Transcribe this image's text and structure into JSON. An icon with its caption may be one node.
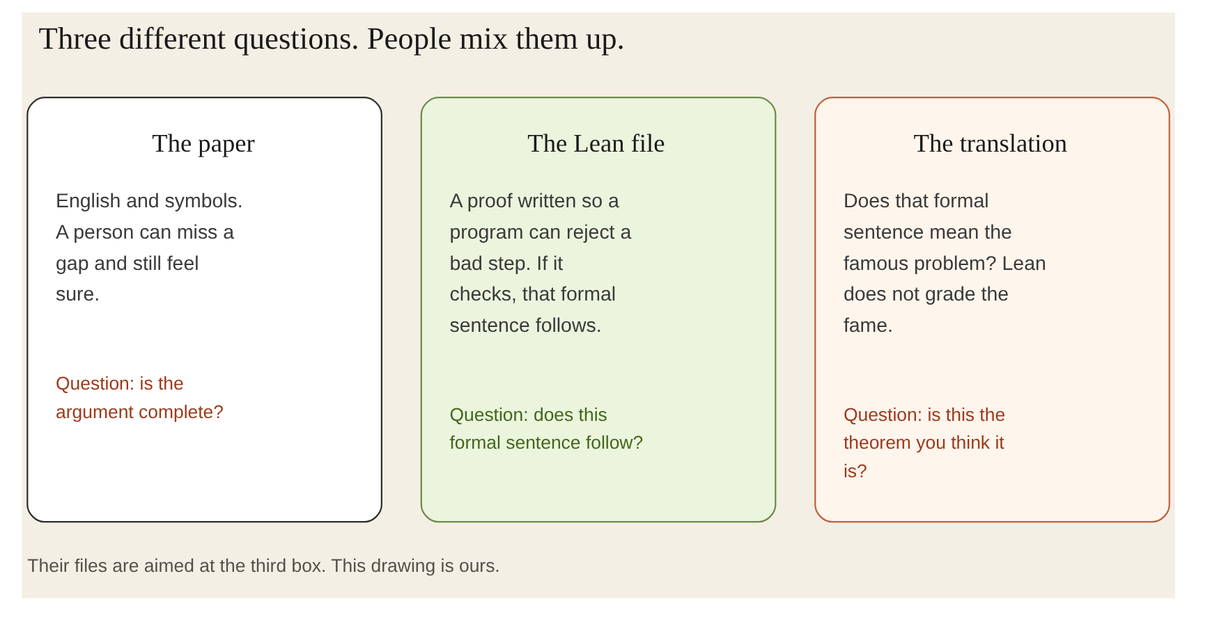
{
  "diagram": {
    "title": "Three different questions. People mix them up.",
    "caption": "Their files are aimed at the third box. This drawing is ours.",
    "nodes": [
      {
        "text": [
          "The paper",
          "English and symbols. A person can miss a gap and still feel sure.",
          "Question: is the argument complete?"
        ]
      },
      {
        "text": [
          "The Lean file",
          "A proof written so a program can reject a bad step. If it checks, that formal sentence follows.",
          "Question: does this formal sentence follow?"
        ]
      },
      {
        "text": [
          "The translation",
          "Does that formal sentence mean the famous problem? Lean does not grade the fame.",
          "Question: is this the theorem you think it is?"
        ]
      }
    ]
  }
}
